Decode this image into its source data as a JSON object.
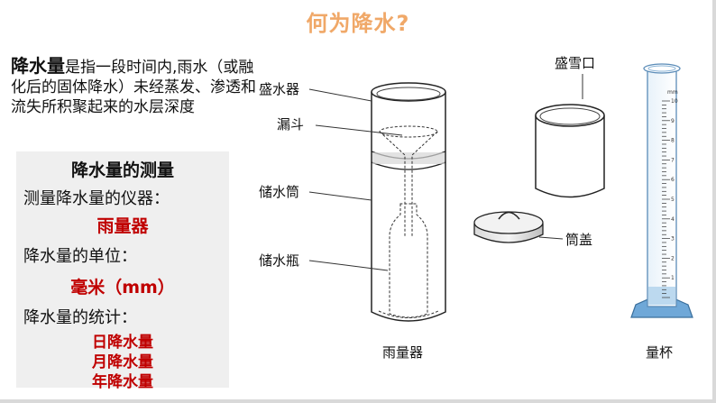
{
  "title": "何为降水?",
  "intro": {
    "keyword": "降水量",
    "definition": "是指一段时间内,雨水（或融化后的固体降水）未经蒸发、渗透和流失所积聚起来的水层深度"
  },
  "measure_box": {
    "heading": "降水量的测量",
    "instrument_label": "测量降水量的仪器：",
    "instrument": "雨量器",
    "unit_label": "降水量的单位：",
    "unit": "毫米（mm）",
    "stats_label": "降水量的统计：",
    "stats": [
      "日降水量",
      "月降水量",
      "年降水量"
    ]
  },
  "diagram": {
    "labels": {
      "collector": "盛水器",
      "funnel": "漏斗",
      "storage_tube": "储水筒",
      "storage_bottle": "储水瓶",
      "gauge": "雨量器",
      "snow_opening": "盛雪口",
      "lid": "筒盖",
      "cylinder": "量杯"
    },
    "cylinder_unit": "mm",
    "cylinder_ticks": [
      "10",
      "9",
      "8",
      "7",
      "6",
      "5",
      "4",
      "3",
      "2",
      "1"
    ]
  }
}
